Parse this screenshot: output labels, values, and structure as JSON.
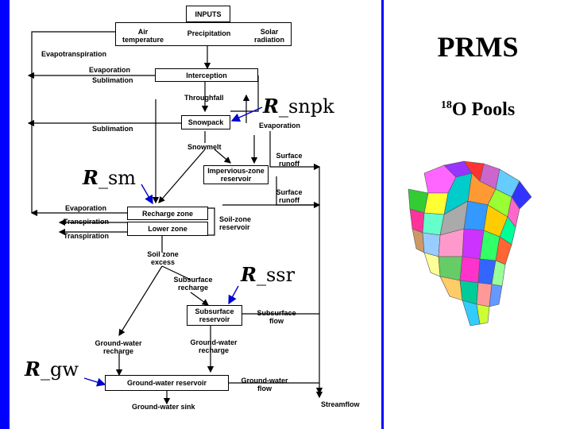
{
  "diagram": {
    "inputs": "INPUTS",
    "air_temperature": "Air\ntemperature",
    "precipitation": "Precipitation",
    "solar_radiation": "Solar\nradiation",
    "evapotranspiration": "Evapotranspiration",
    "evaporation_top": "Evaporation",
    "sublimation_top": "Sublimation",
    "interception": "Interception",
    "throughfall": "Throughfall",
    "sublimation": "Sublimation",
    "snowpack": "Snowpack",
    "evaporation_snow": "Evaporation",
    "snowmelt": "Snowmelt",
    "surface_runoff_1": "Surface\nrunoff",
    "impervious": "Impervious-zone\nreservoir",
    "surface_runoff_2": "Surface\nrunoff",
    "evaporation_soil": "Evaporation",
    "transpiration_1": "Transpiration",
    "transpiration_2": "Transpiration",
    "recharge_zone": "Recharge zone",
    "lower_zone": "Lower zone",
    "soil_zone_reservoir": "Soil-zone\nreservoir",
    "soil_zone_excess": "Soil zone\nexcess",
    "subsurface_recharge": "Subsurface\nrecharge",
    "subsurface_reservoir": "Subsurface\nreservoir",
    "subsurface_flow": "Subsurface\nflow",
    "gw_recharge_left": "Ground-water\nrecharge",
    "gw_recharge_right": "Ground-water\nrecharge",
    "gw_reservoir": "Ground-water reservoir",
    "gw_flow": "Ground-water\nflow",
    "gw_sink": "Ground-water sink",
    "streamflow": "Streamflow"
  },
  "r_labels": {
    "snpk": {
      "r": "R",
      "suffix": "_snpk"
    },
    "sm": {
      "r": "R",
      "suffix": "_sm"
    },
    "ssr": {
      "r": "R",
      "suffix": "_ssr"
    },
    "gw": {
      "r": "R",
      "suffix": "_gw"
    }
  },
  "panel": {
    "title": "PRMS",
    "subtitle_sup": "18",
    "subtitle": "O Pools"
  },
  "colors": {
    "background": "#0000ff",
    "panel": "#ffffff",
    "arrow": "#0000cc"
  }
}
